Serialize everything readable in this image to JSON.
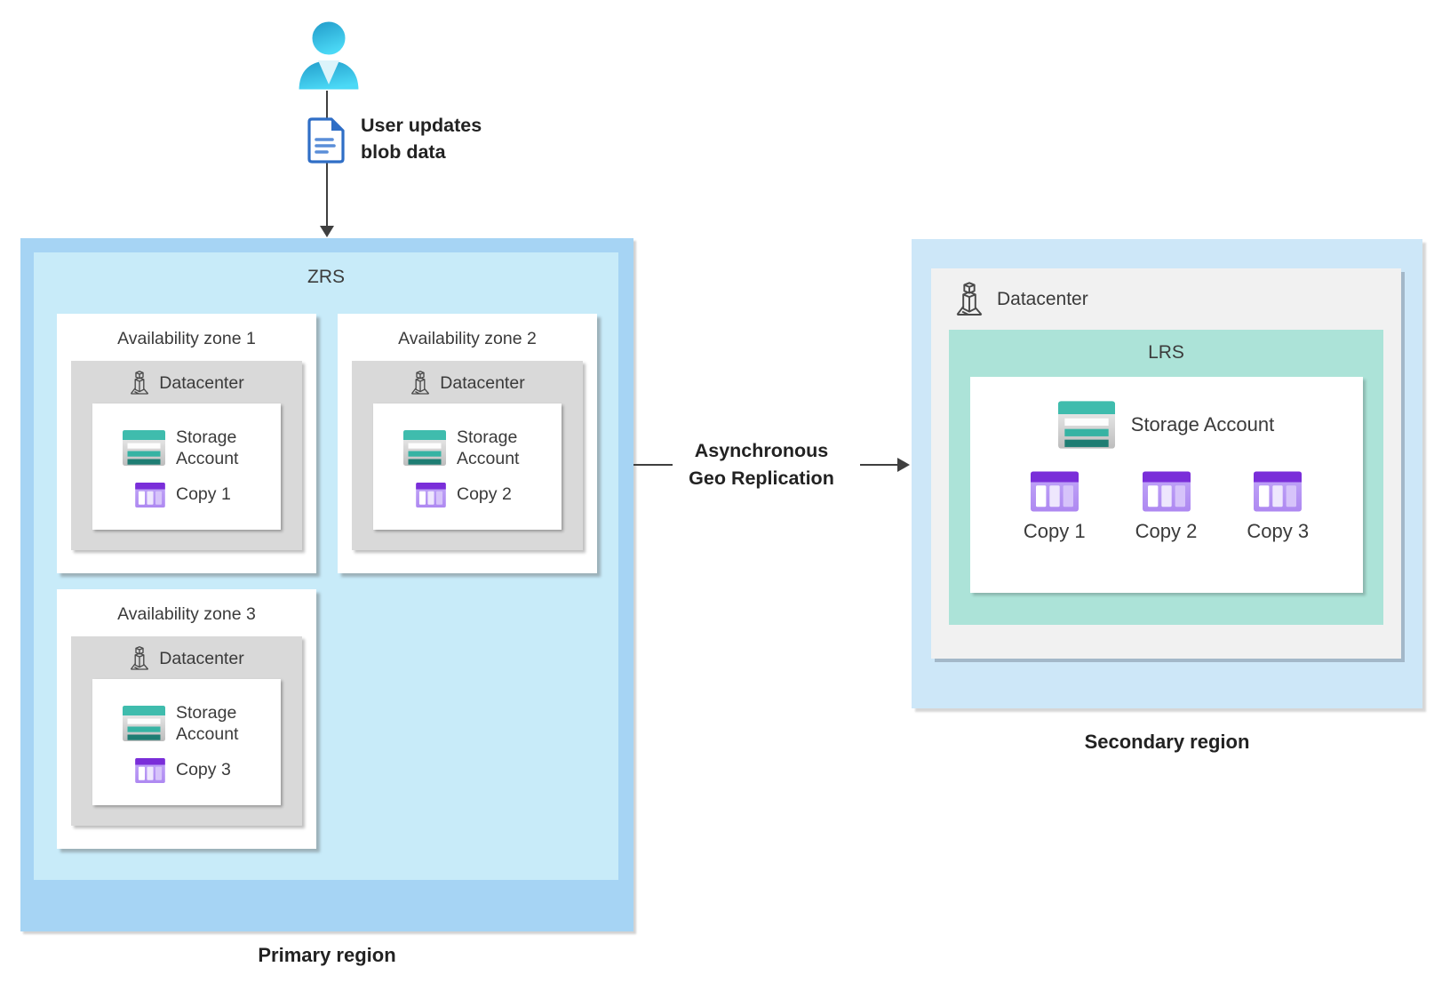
{
  "user_flow": {
    "label": {
      "line1": "User updates",
      "line2": "blob data"
    }
  },
  "primary_region": {
    "label": "Primary region",
    "redundancy_label": "ZRS",
    "zones": [
      {
        "title": "Availability zone 1",
        "datacenter": "Datacenter",
        "storage": "Storage Account",
        "copy": "Copy 1"
      },
      {
        "title": "Availability zone 2",
        "datacenter": "Datacenter",
        "storage": "Storage Account",
        "copy": "Copy 2"
      },
      {
        "title": "Availability zone 3",
        "datacenter": "Datacenter",
        "storage": "Storage Account",
        "copy": "Copy 3"
      }
    ]
  },
  "replication": {
    "label": {
      "line1": "Asynchronous",
      "line2": "Geo Replication"
    }
  },
  "secondary_region": {
    "label": "Secondary region",
    "datacenter": "Datacenter",
    "redundancy_label": "LRS",
    "storage": "Storage Account",
    "copies": [
      "Copy 1",
      "Copy 2",
      "Copy 3"
    ]
  },
  "colors": {
    "primary_region_fill": "#A6D4F4",
    "zrs_fill": "#C8EBF9",
    "secondary_region_fill": "#CDE7F8",
    "lrs_fill": "#ACE3D8",
    "zone_datacenter_fill": "#D9D9D9",
    "secondary_datacenter_fill": "#F1F1F1",
    "storage_teal": "#3FBCAD",
    "storage_teal_dark": "#1E7D73",
    "copy_purple": "#7A2ED9",
    "copy_purple_light": "#B49AF4",
    "person_cyan_start": "#2099C8",
    "person_cyan_end": "#4BD9F6",
    "document_blue": "#2F6EC6",
    "line_color": "#3F3F3F"
  }
}
